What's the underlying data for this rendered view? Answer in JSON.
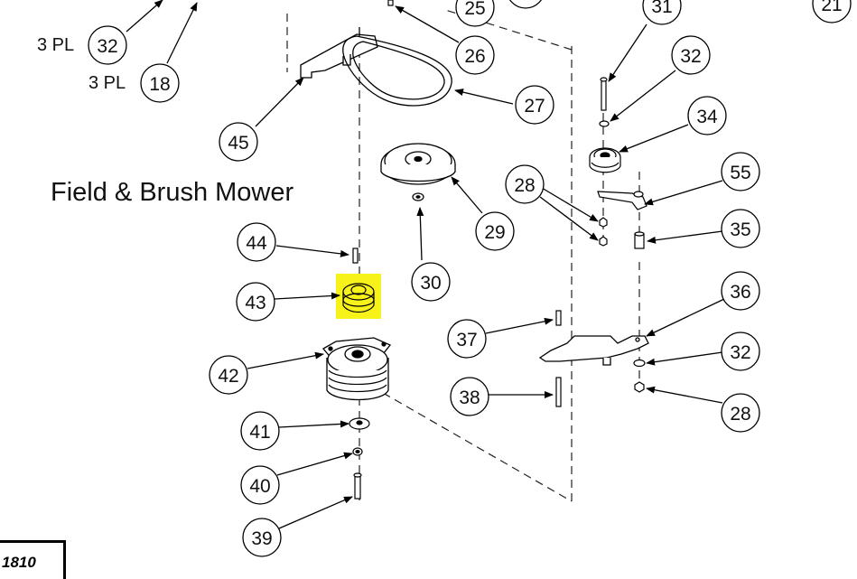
{
  "title": "Field & Brush Mower",
  "qty_labels": {
    "q1": "3 PL",
    "q2": "3 PL"
  },
  "page_ref": "1810",
  "highlight_color": "#f6f21a",
  "callouts": [
    "25",
    "26",
    "27",
    "29",
    "30",
    "31",
    "32",
    "34",
    "55",
    "28",
    "35",
    "36",
    "37",
    "32",
    "28",
    "38",
    "43",
    "44",
    "42",
    "41",
    "40",
    "39",
    "45",
    "32",
    "18",
    "21"
  ]
}
